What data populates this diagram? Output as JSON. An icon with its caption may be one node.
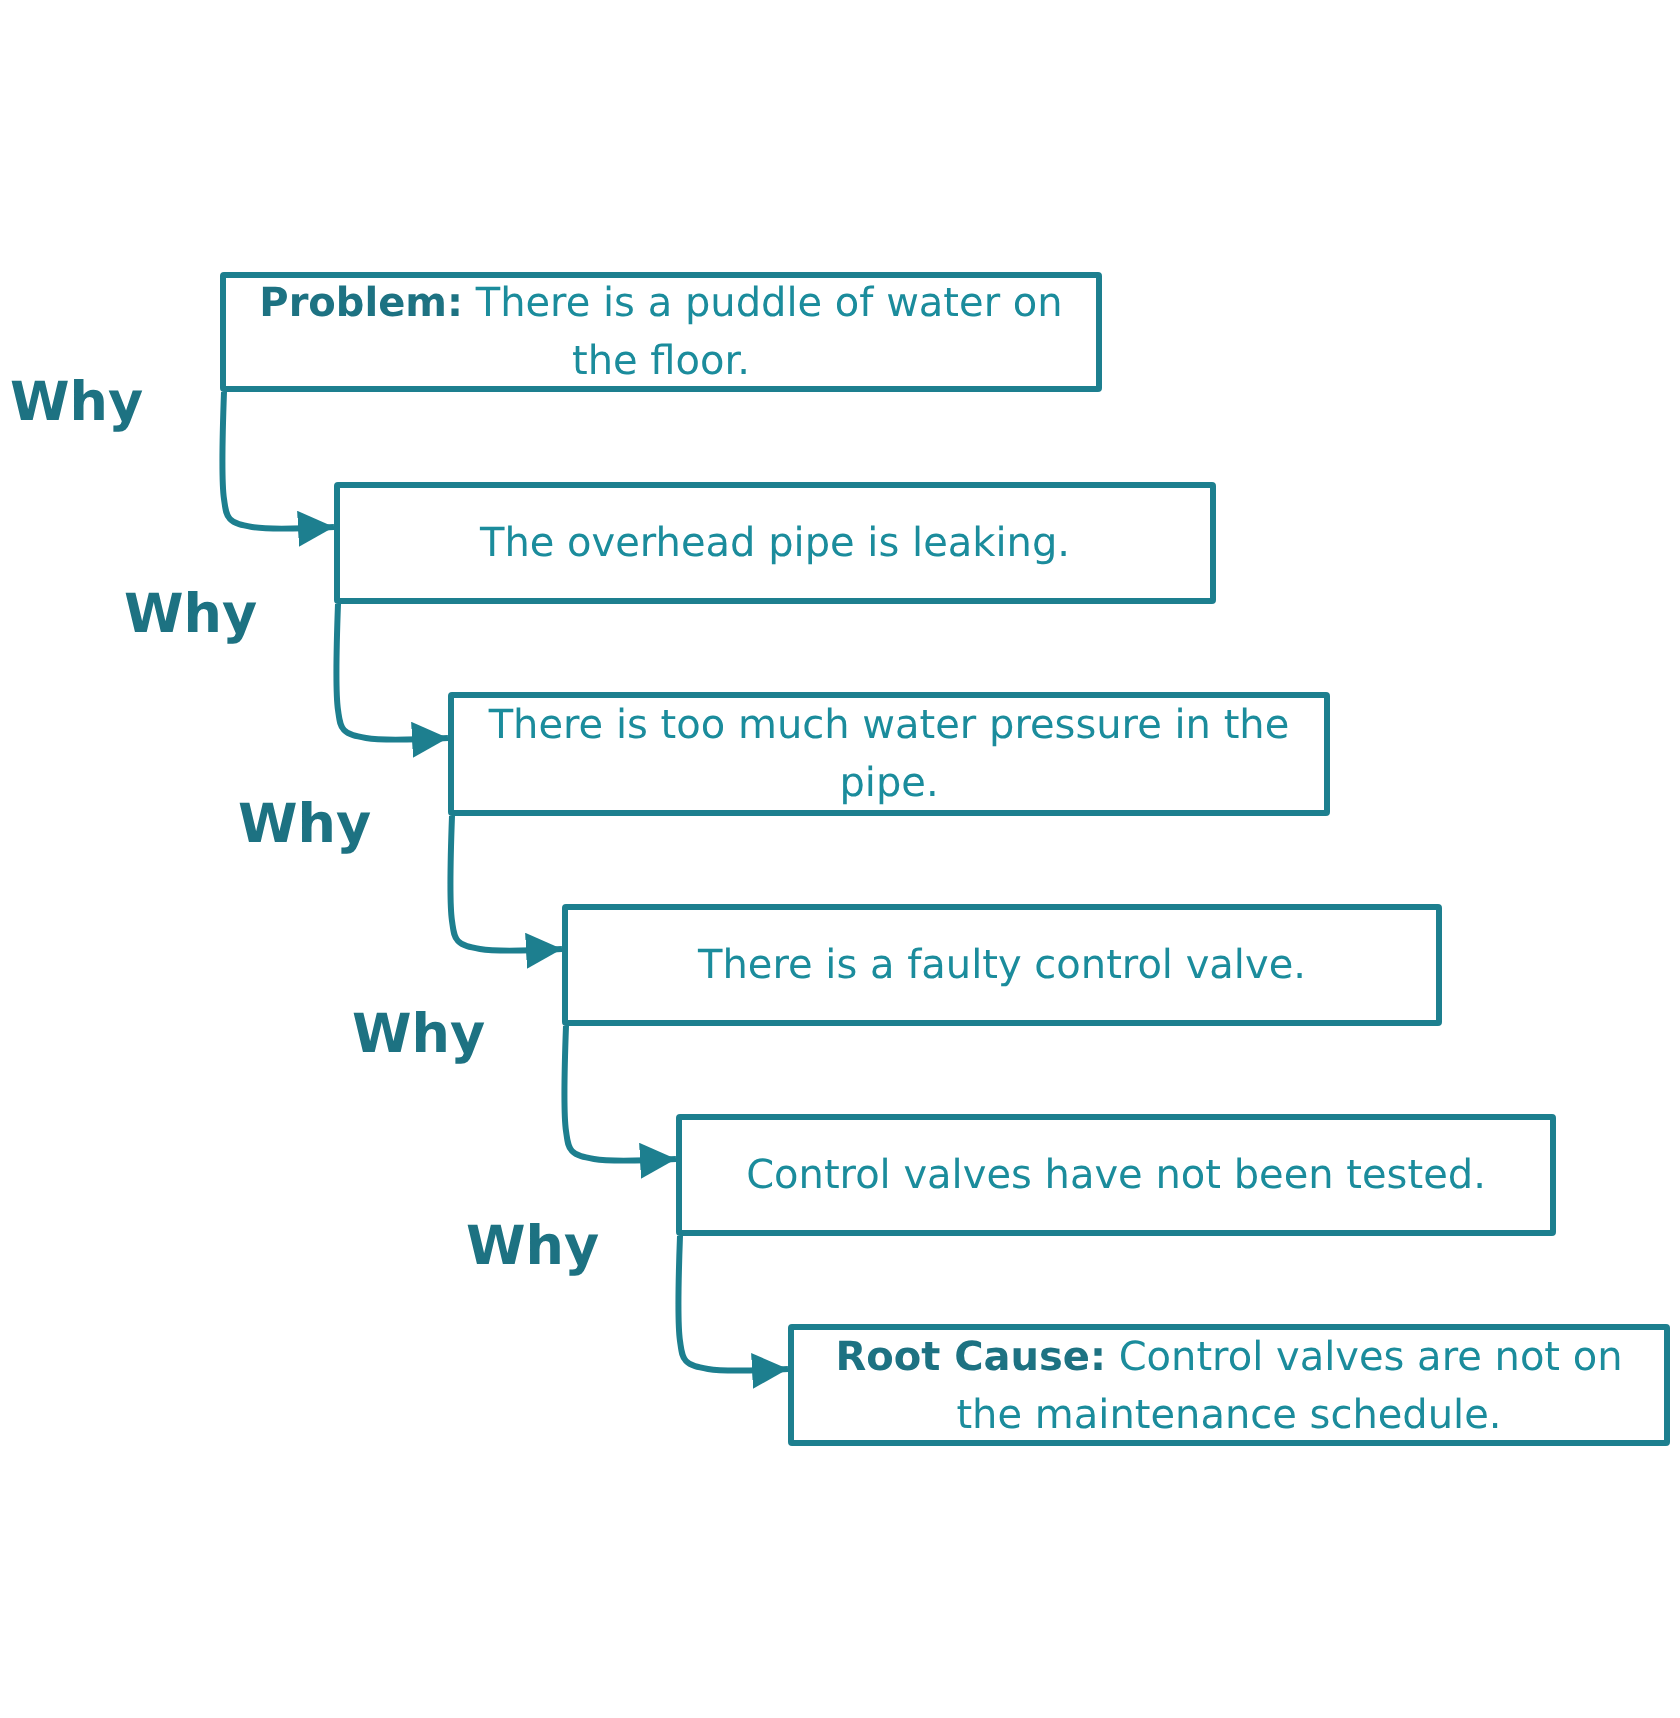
{
  "diagram": {
    "nodes": [
      {
        "text": [
          "**Problem:** There is a puddle of water on the floor."
        ]
      },
      {
        "text": [
          "The overhead pipe is leaking."
        ]
      },
      {
        "text": [
          "There is too much water pressure in the pipe."
        ]
      },
      {
        "text": [
          "There is a faulty control valve."
        ]
      },
      {
        "text": [
          "Control valves have not been tested."
        ]
      },
      {
        "text": [
          "**Root Cause:** Control valves are not on the maintenance schedule."
        ]
      }
    ],
    "edges": [
      {
        "from": 0,
        "to": 1,
        "arrow": "to",
        "label": "Why"
      },
      {
        "from": 1,
        "to": 2,
        "arrow": "to",
        "label": "Why"
      },
      {
        "from": 2,
        "to": 3,
        "arrow": "to",
        "label": "Why"
      },
      {
        "from": 3,
        "to": 4,
        "arrow": "to",
        "label": "Why"
      },
      {
        "from": 4,
        "to": 5,
        "arrow": "to",
        "label": "Why"
      }
    ]
  }
}
